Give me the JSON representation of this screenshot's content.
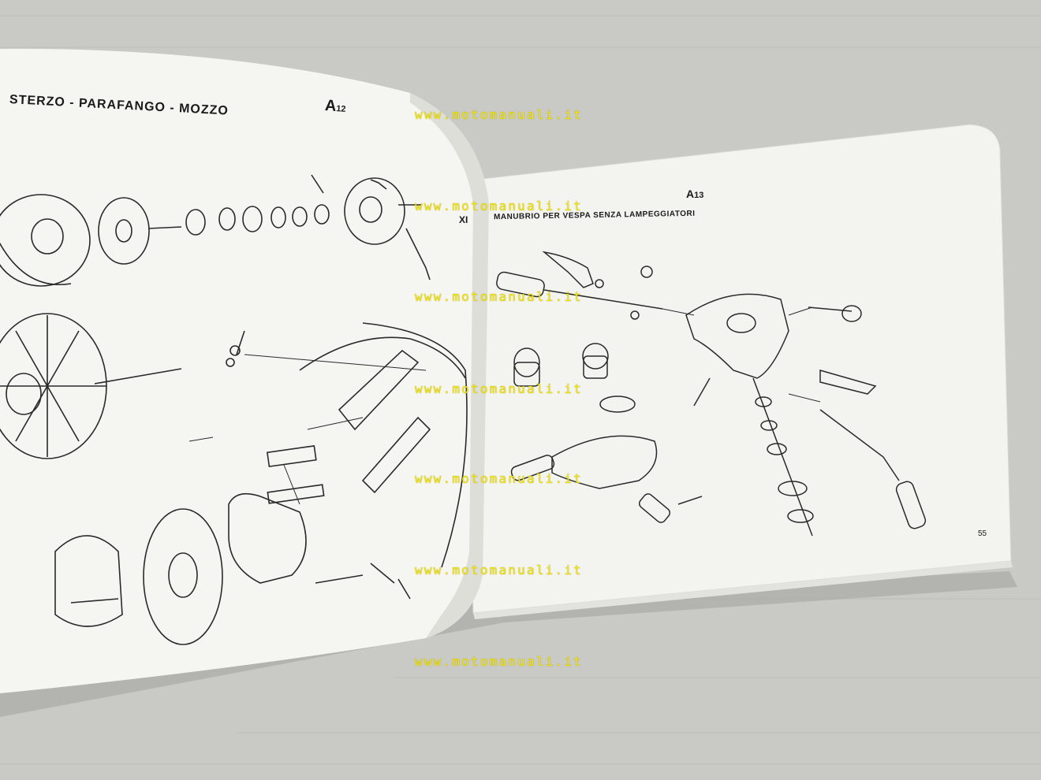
{
  "left_page": {
    "title": "STERZO - PARAFANGO - MOZZO",
    "code": "A",
    "code_sub": "12"
  },
  "right_page": {
    "code": "A",
    "code_sub": "13",
    "section": "XI",
    "title": "MANUBRIO PER VESPA SENZA LAMPEGGIATORI",
    "page_number": "55"
  },
  "watermarks": [
    "www.motomanuali.it",
    "www.motomanuali.it",
    "www.motomanuali.it",
    "www.motomanuali.it",
    "www.motomanuali.it",
    "www.motomanuali.it",
    "www.motomanuali.it"
  ],
  "colors": {
    "background": "#c9c9c6",
    "paper": "#f4f4f1",
    "watermark": "#f2e50c",
    "ink": "#1a1a1a"
  }
}
